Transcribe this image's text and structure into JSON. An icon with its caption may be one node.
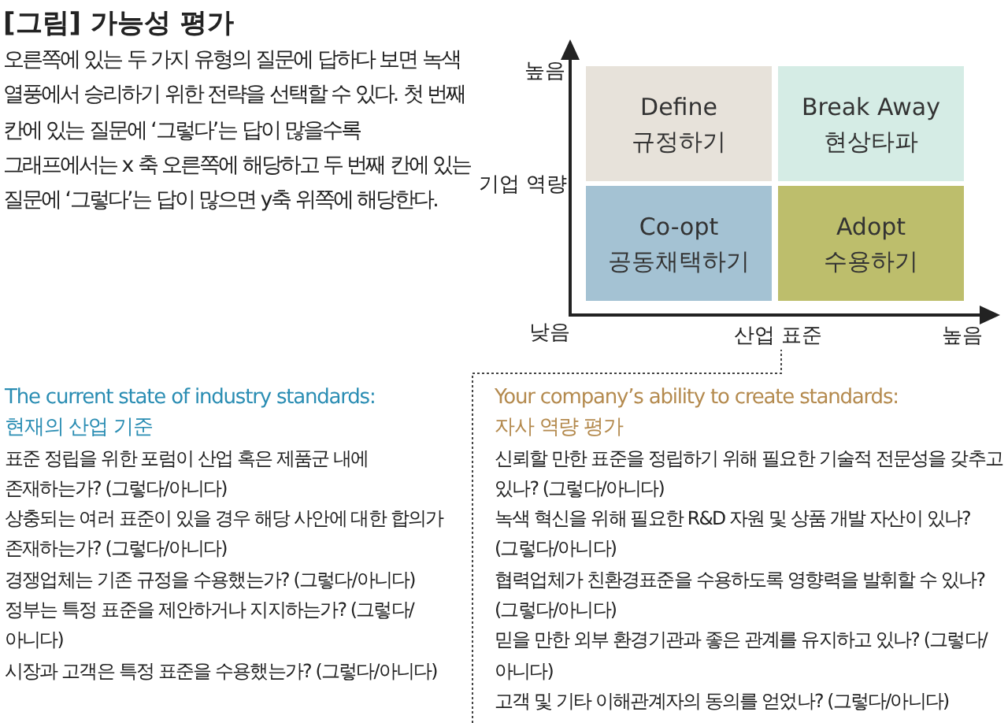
{
  "diagram": {
    "title": "[그림] 가능성 평가",
    "nodes": [
      {
        "text": [
          "Define",
          "규정하기"
        ]
      },
      {
        "text": [
          "Break Away",
          "현상타파"
        ]
      },
      {
        "text": [
          "Co-opt",
          "공동채택하기"
        ]
      },
      {
        "text": [
          "Adopt",
          "수용하기"
        ]
      }
    ],
    "labels": [
      "오른쪽에 있는 두 가지 유형의 질문에 답하다 보면 녹색 열풍에서 승리하기 위한 전략을 선택할 수 있다. 첫 번째 칸에 있는 질문에 ‘그렇다’는 답이 많을수록 그래프에서는 x 축 오른쪽에 해당하고 두 번째 칸에 있는 질문에 ‘그렇다’는 답이 많으면 y축 위쪽에 해당한다.",
      "높음",
      "기업 역량",
      "낮음",
      "산업 표준",
      "높음",
      "The current state of industry standards:",
      "현재의 산업 기준",
      "표준 정립을 위한 포럼이 산업 혹은 제품군 내에 존재하는가? (그렇다/아니다)",
      "상충되는 여러 표준이 있을 경우 해당 사안에 대한 합의가 존재하는가? (그렇다/아니다)",
      "경쟁업체는 기존 규정을 수용했는가? (그렇다/아니다)",
      "정부는 특정 표준을 제안하거나 지지하는가? (그렇다/아니다)",
      "시장과 고객은 특정 표준을 수용했는가? (그렇다/아니다)",
      "Your company’s ability to create standards:",
      "자사 역량 평가",
      "신뢰할 만한 표준을 정립하기 위해 필요한 기술적 전문성을 갖추고 있나? (그렇다/아니다)",
      "녹색 혁신을 위해 필요한 R&D 자원 및 상품 개발 자산이 있나? (그렇다/아니다)",
      "협력업체가 친환경표준을 수용하도록 영향력을 발휘할 수 있나? (그렇다/아니다)",
      "믿을 만한 외부 환경기관과 좋은 관계를 유지하고 있나? (그렇다/아니다)",
      "고객 및 기타 이해관계자의 동의를 얻었나? (그렇다/아니다)"
    ]
  }
}
